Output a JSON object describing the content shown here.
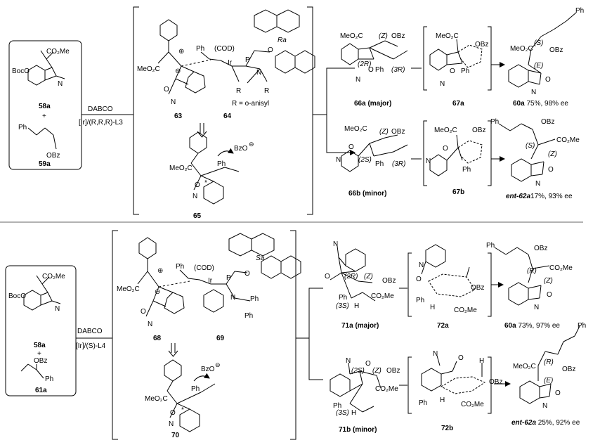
{
  "top": {
    "sm1": {
      "co2me": "CO₂Me",
      "boco": "BocO",
      "n": "N",
      "id": "58a"
    },
    "plus": "+",
    "sm2": {
      "ph": "Ph",
      "obz": "OBz",
      "id": "59a"
    },
    "reagents": {
      "line1": "DABCO",
      "line2": "[Ir]/(R,R,R)-L3"
    },
    "c63": {
      "id": "63",
      "meo2c": "MeO₂C",
      "o": "O",
      "n": "N",
      "charge": "⊖"
    },
    "c64": {
      "id": "64",
      "ph": "Ph",
      "cod": "(COD)",
      "ir": "Ir",
      "p": "P",
      "o": "O",
      "n": "N",
      "r": "R",
      "ra": "Ra",
      "rdef": "R = o-anisyl"
    },
    "c65": {
      "id": "65",
      "meo2c": "MeO₂C",
      "n": "N",
      "o": "O",
      "ph": "Ph",
      "bzo": "BzO",
      "star": "*"
    },
    "c66a": {
      "id": "66a (major)",
      "meo2c": "MeO₂C",
      "z": "(Z)",
      "obz": "OBz",
      "r2": "(2R)",
      "r3": "(3R)",
      "ph": "Ph",
      "o": "O",
      "n": "N"
    },
    "c67a": {
      "id": "67a",
      "meo2c": "MeO₂C",
      "obz": "OBz",
      "ph": "Ph",
      "o": "O",
      "n": "N"
    },
    "c60a": {
      "id": "60a",
      "yield": "75%, 98% ee",
      "ph": "Ph",
      "meo2c": "MeO₂C",
      "s": "(S)",
      "obz": "OBz",
      "e": "(E)",
      "o": "O",
      "n": "N"
    },
    "c66b": {
      "id": "66b (minor)",
      "meo2c": "MeO₂C",
      "z": "(Z)",
      "obz": "OBz",
      "s2": "(2S)",
      "r3": "(3R)",
      "ph": "Ph",
      "o": "O",
      "n": "N"
    },
    "c67b": {
      "id": "67b",
      "meo2c": "MeO₂C",
      "obz": "OBz",
      "ph": "Ph",
      "o": "O",
      "n": "N"
    },
    "c62a": {
      "id": "ent-62a",
      "yield": "17%, 93% ee",
      "ph": "Ph",
      "obz": "OBz",
      "co2me": "CO₂Me",
      "s": "(S)",
      "z": "(Z)",
      "o": "O",
      "n": "N"
    }
  },
  "bottom": {
    "sm1": {
      "co2me": "CO₂Me",
      "boco": "BocO",
      "n": "N",
      "id": "58a"
    },
    "plus": "+",
    "sm2": {
      "obz": "OBz",
      "ph": "Ph",
      "id": "61a"
    },
    "reagents": {
      "line1": "DABCO",
      "line2": "[Ir]/(S)-L4"
    },
    "c68": {
      "id": "68",
      "meo2c": "MeO₂C",
      "o": "O",
      "n": "N",
      "charge": "⊖"
    },
    "c69": {
      "id": "69",
      "ph": "Ph",
      "cod": "(COD)",
      "ir": "Ir",
      "p": "P",
      "o": "O",
      "n": "N",
      "sa": "Sa"
    },
    "c70": {
      "id": "70",
      "meo2c": "MeO₂C",
      "n": "N",
      "o": "O",
      "ph": "Ph",
      "bzo": "BzO",
      "star": "*"
    },
    "c71a": {
      "id": "71a (major)",
      "r2": "(2R)",
      "z": "(Z)",
      "obz": "OBz",
      "co2me": "CO₂Me",
      "s3": "(3S)",
      "ph": "Ph",
      "h": "H",
      "o": "O",
      "n": "N"
    },
    "c72a": {
      "id": "72a",
      "obz": "OBz",
      "co2me": "CO₂Me",
      "ph": "Ph",
      "h": "H",
      "o": "O",
      "n": "N"
    },
    "c60a": {
      "id": "60a",
      "yield": "73%, 97% ee",
      "ph": "Ph",
      "obz": "OBz",
      "r": "(R)",
      "co2me": "CO₂Me",
      "z": "(Z)",
      "o": "O",
      "n": "N"
    },
    "c71b": {
      "id": "71b (minor)",
      "s2": "(2S)",
      "z": "(Z)",
      "obz": "OBz",
      "co2me": "CO₂Me",
      "s3": "(3S)",
      "ph": "Ph",
      "h": "H",
      "o": "O",
      "n": "N"
    },
    "c72b": {
      "id": "72b",
      "obz": "OBz",
      "co2me": "CO₂Me",
      "ph": "Ph",
      "h": "H",
      "o": "O",
      "n": "N"
    },
    "c62a": {
      "id": "ent-62a",
      "yield": "25%, 92% ee",
      "ph": "Ph",
      "meo2c": "MeO₂C",
      "r": "(R)",
      "obz": "OBz",
      "e": "(E)",
      "o": "O",
      "n": "N"
    }
  }
}
